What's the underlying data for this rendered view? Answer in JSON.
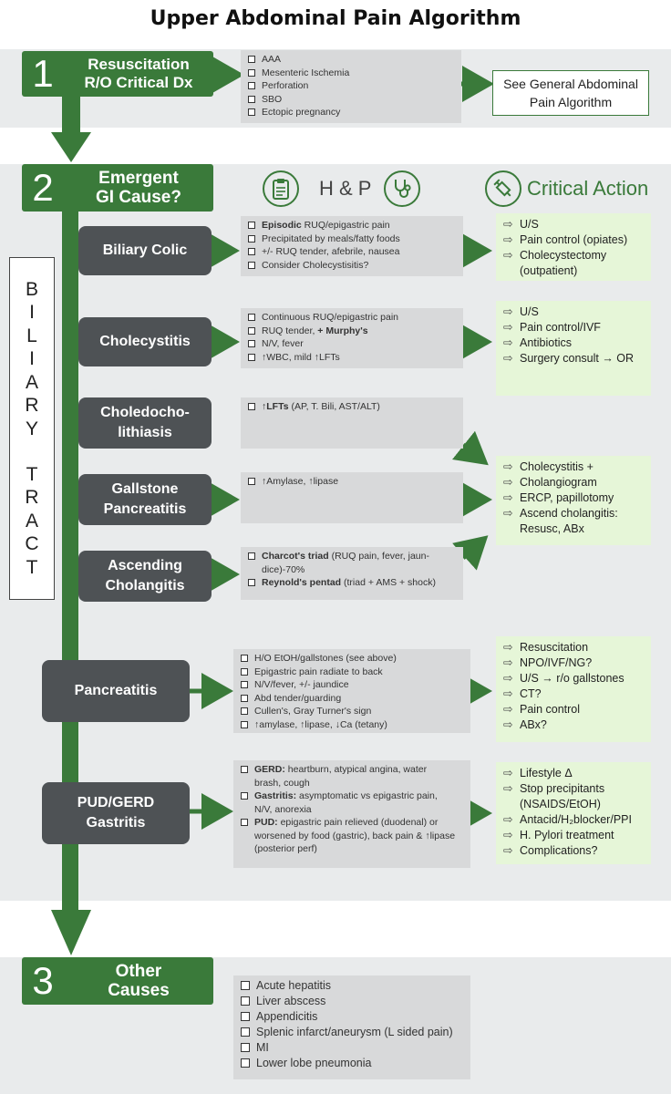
{
  "title": "Upper Abdominal Pain Algorithm",
  "step1": {
    "number": "1",
    "label_line1": "Resuscitation",
    "label_line2": "R/O Critical Dx",
    "items": [
      "AAA",
      "Mesenteric Ischemia",
      "Perforation",
      "SBO",
      "Ectopic pregnancy"
    ],
    "see_box_line1": "See General Abdominal",
    "see_box_line2": "Pain Algorithm"
  },
  "step2": {
    "number": "2",
    "label_line1": "Emergent",
    "label_line2": "GI Cause?",
    "hp_label": "H & P",
    "critical_label": "Critical Action"
  },
  "biliary_tract_letters": [
    "B",
    "I",
    "L",
    "I",
    "A",
    "R",
    "Y",
    "",
    "T",
    "R",
    "A",
    "C",
    "T"
  ],
  "biliary_colic": {
    "label": "Biliary Colic",
    "findings": {
      "f1_bold": "Episodic",
      "f1_rest": " RUQ/epigastric pain",
      "f2": "Precipitated by meals/fatty foods",
      "f3": "+/- RUQ tender, afebrile, nausea",
      "f4": "Consider Cholecystisitis?"
    },
    "actions": [
      "U/S",
      "Pain control (opiates)",
      "Cholecystectomy",
      "(outpatient)"
    ]
  },
  "cholecystitis": {
    "label": "Cholecystitis",
    "findings": {
      "f1": "Continuous RUQ/epigastric pain",
      "f2_pre": "RUQ tender, ",
      "f2_bold": "+ Murphy's",
      "f3": "N/V, fever",
      "f4": "↑WBC, mild ↑LFTs"
    },
    "actions": [
      "U/S",
      "Pain control/IVF",
      "Antibiotics",
      "Surgery consult → OR"
    ]
  },
  "choledocholithiasis": {
    "label_line1": "Choledocho-",
    "label_line2": "lithiasis",
    "findings": {
      "f1_bold": "↑LFTs",
      "f1_rest": " (AP, T. Bili, AST/ALT)"
    }
  },
  "gallstone_pancreatitis": {
    "label_line1": "Gallstone",
    "label_line2": "Pancreatitis",
    "findings": {
      "f1": "↑Amylase, ↑lipase"
    }
  },
  "ascending_cholangitis": {
    "label_line1": "Ascending",
    "label_line2": "Cholangitis",
    "findings": {
      "f1_bold": "Charcot's triad",
      "f1_rest": " (RUQ pain, fever, jaun-",
      "f1_cont": "dice)-70%",
      "f2_bold": "Reynold's pentad",
      "f2_rest": " (triad + AMS + shock)"
    }
  },
  "biliary_shared_actions": [
    "Cholecystitis +",
    "Cholangiogram",
    "ERCP, papillotomy",
    "Ascend cholangitis:",
    "Resusc, ABx"
  ],
  "pancreatitis": {
    "label": "Pancreatitis",
    "findings": [
      "H/O EtOH/gallstones (see above)",
      "Epigastric pain radiate to back",
      "N/V/fever, +/- jaundice",
      "Abd tender/guarding",
      "Cullen's, Gray Turner's sign",
      "↑amylase, ↑lipase, ↓Ca (tetany)"
    ],
    "actions": [
      "Resuscitation",
      "NPO/IVF/NG?",
      "U/S → r/o gallstones",
      "CT?",
      "Pain control",
      "ABx?"
    ]
  },
  "pud_gerd": {
    "label_line1": "PUD/GERD",
    "label_line2": "Gastritis",
    "findings": {
      "f1_bold": "GERD:",
      "f1_rest": " heartburn, atypical angina, water",
      "f1_cont": "brash, cough",
      "f2_bold": "Gastritis:",
      "f2_rest": " asymptomatic vs epigastric pain,",
      "f2_cont": "N/V, anorexia",
      "f3_bold": "PUD:",
      "f3_rest": " epigastric pain relieved (duodenal) or",
      "f3_cont1": "worsened by food (gastric), back pain & ↑lipase",
      "f3_cont2": "(posterior perf)"
    },
    "actions": [
      "Lifestyle Δ",
      "Stop precipitants",
      "(NSAIDS/EtOH)",
      "Antacid/H₂blocker/PPI",
      "H. Pylori treatment",
      "Complications?"
    ]
  },
  "step3": {
    "number": "3",
    "label_line1": "Other",
    "label_line2": "Causes",
    "items": [
      "Acute hepatitis",
      "Liver abscess",
      "Appendicitis",
      "Splenic infarct/aneurysm (L sided pain)",
      "MI",
      "Lower lobe pneumonia"
    ]
  },
  "colors": {
    "green": "#3a7a3a",
    "dark_gray": "#4e5255",
    "light_green": "#e6f6d8",
    "gray_box": "#d8d9da",
    "band": "#e9ebec"
  },
  "icons": {
    "hp": "clipboard-icon",
    "stethoscope": "stethoscope-icon",
    "critical": "syringe-icon"
  }
}
